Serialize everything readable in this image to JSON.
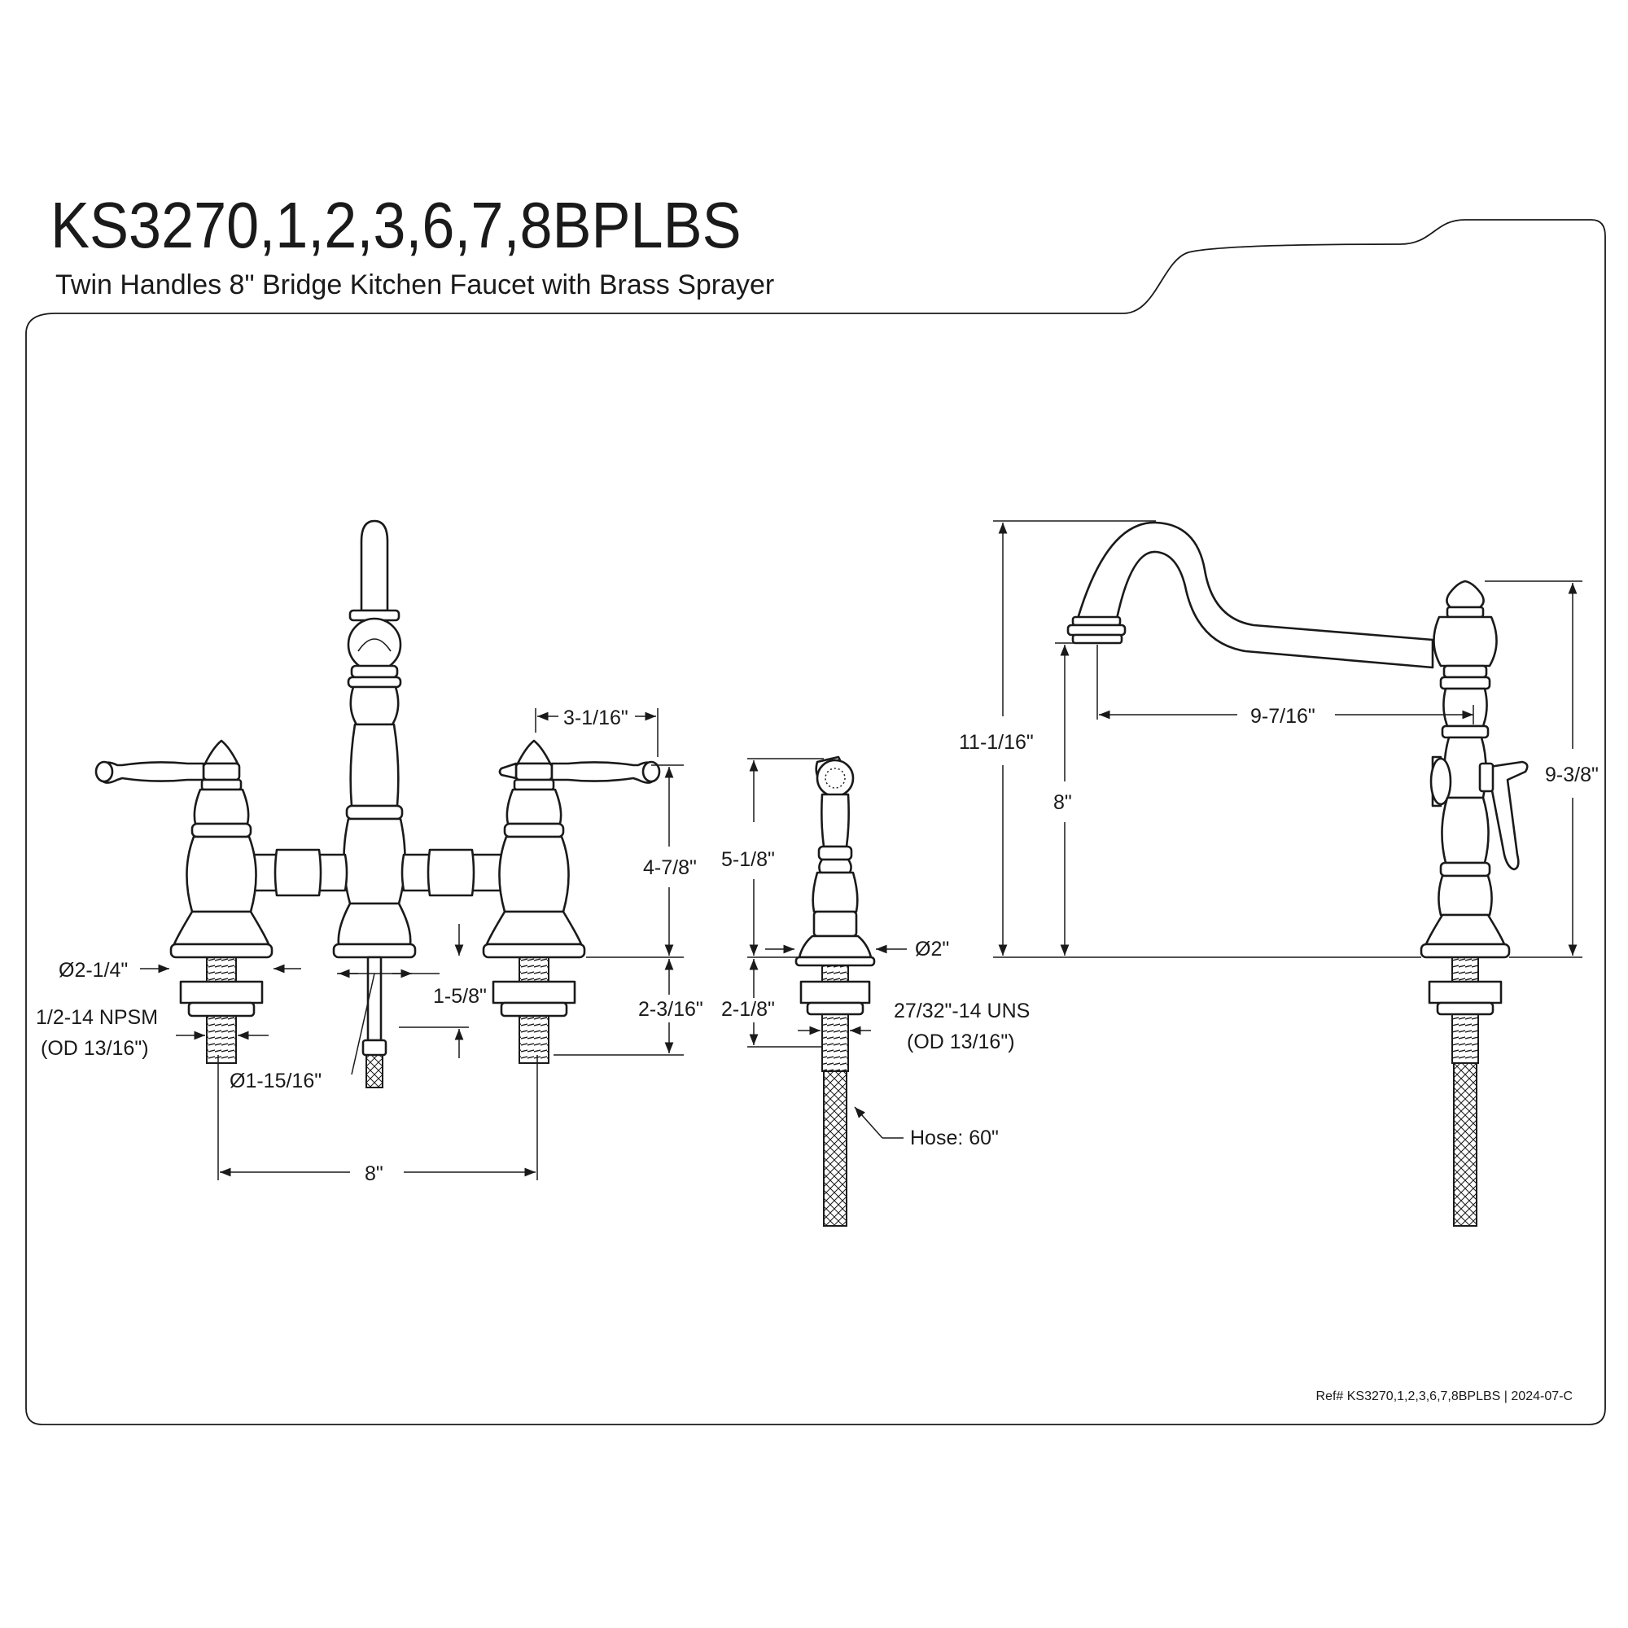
{
  "header": {
    "model": "KS3270,1,2,3,6,7,8BPLBS",
    "description": "Twin Handles 8\" Bridge Kitchen Faucet with Brass Sprayer"
  },
  "front_view": {
    "handle_spread": "3-1/16\"",
    "height_above_deck": "4-7/8\"",
    "base_diameter": "Ø2-1/4\"",
    "shank_below_deck": "2-3/16\"",
    "supply_length": "1-5/8\"",
    "thread": "1/2-14 NPSM",
    "thread_od": "(OD 13/16\")",
    "center_base_diameter": "Ø1-15/16\"",
    "center_spread": "8\""
  },
  "sprayer": {
    "height": "5-1/8\"",
    "base_diameter": "Ø2\"",
    "shank_length": "2-1/8\"",
    "thread": "27/32\"-14 UNS",
    "thread_od": "(OD 13/16\")",
    "hose": "Hose: 60\""
  },
  "side_view": {
    "overall_height": "11-1/16\"",
    "spout_height": "8\"",
    "spout_reach": "9-7/16\"",
    "body_height": "9-3/8\""
  },
  "footer": {
    "reference": "Ref# KS3270,1,2,3,6,7,8BPLBS | 2024-07-C"
  }
}
